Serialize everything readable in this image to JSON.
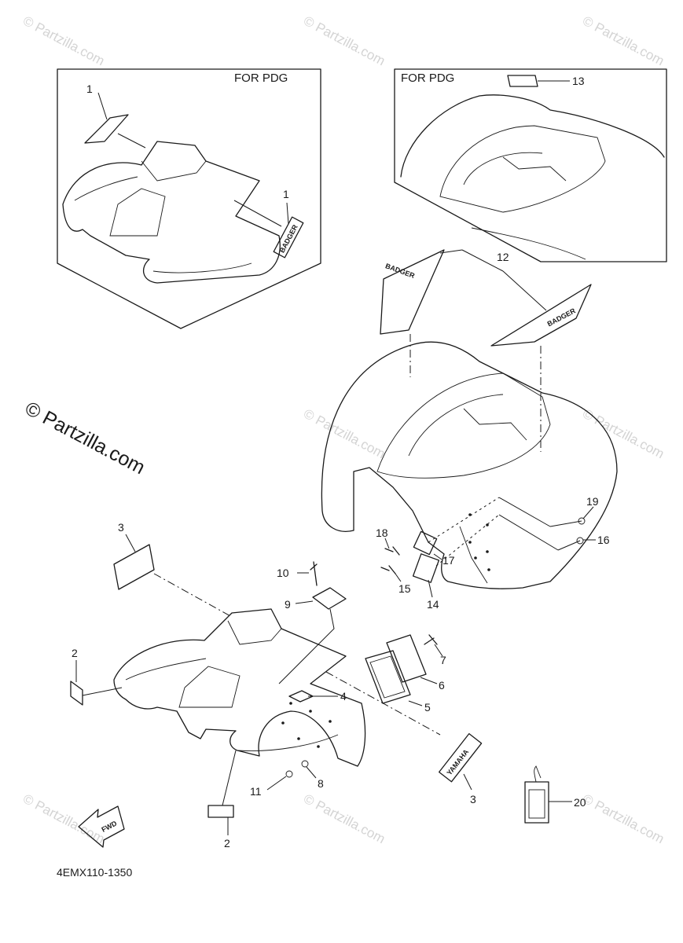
{
  "watermark": {
    "text": "© Partzilla.com"
  },
  "boxes": {
    "front_pdg_label": "FOR PDG",
    "rear_pdg_label": "FOR PDG"
  },
  "decals": {
    "badger": "BADGER",
    "yamaha": "YAMAHA",
    "fwd": "FWD"
  },
  "diagram_code": "4EMX110-1350",
  "callouts": {
    "c1a": "1",
    "c1b": "1",
    "c2a": "2",
    "c2b": "2",
    "c3a": "3",
    "c3b": "3",
    "c4": "4",
    "c5": "5",
    "c6": "6",
    "c7": "7",
    "c8": "8",
    "c9": "9",
    "c10": "10",
    "c11": "11",
    "c12": "12",
    "c13": "13",
    "c14": "14",
    "c15": "15",
    "c16": "16",
    "c17": "17",
    "c18": "18",
    "c19": "19",
    "c20": "20"
  }
}
